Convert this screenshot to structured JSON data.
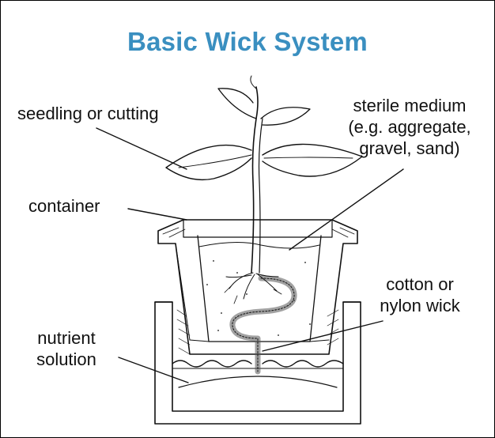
{
  "title": "Basic Wick System",
  "colors": {
    "title": "#3a8fc0",
    "ink": "#111111"
  },
  "labels": {
    "seedling": "seedling or cutting",
    "medium_line1": "sterile medium",
    "medium_line2": "(e.g. aggregate,",
    "medium_line3": "gravel, sand)",
    "container": "container",
    "wick_line1": "cotton or",
    "wick_line2": "nylon wick",
    "nutrient_line1": "nutrient",
    "nutrient_line2": "solution"
  }
}
